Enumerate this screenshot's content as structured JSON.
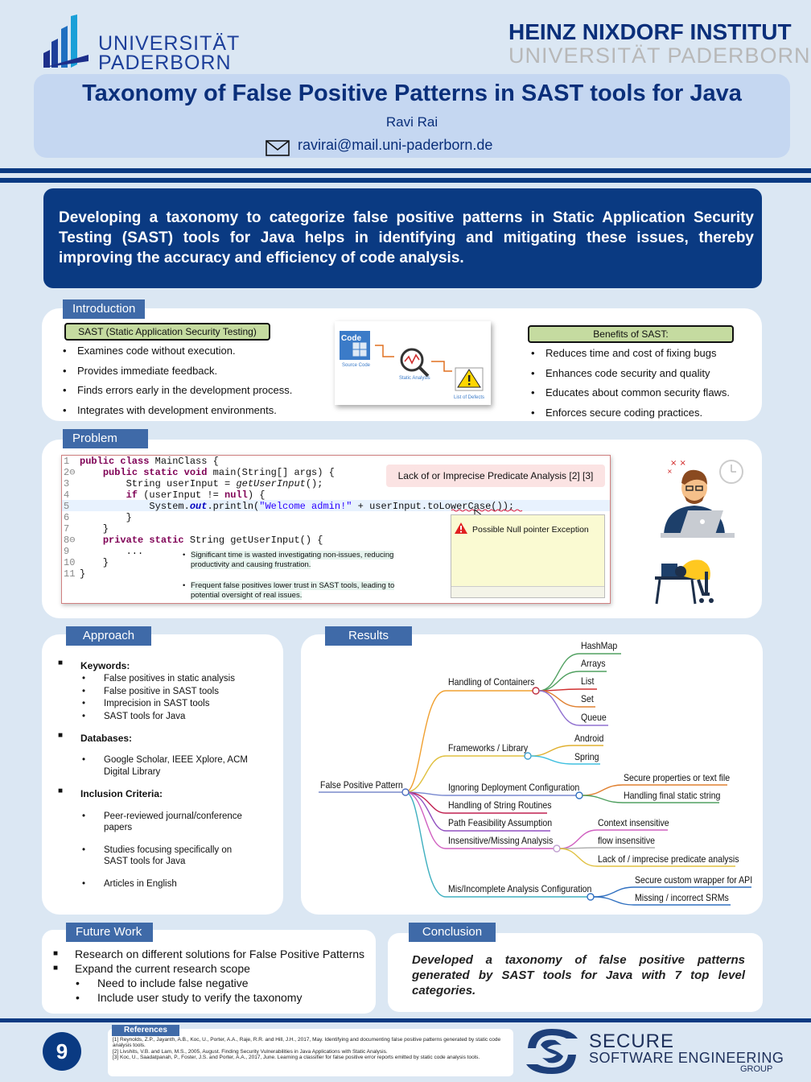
{
  "header": {
    "uni_logo_line1": "UNIVERSITÄT",
    "uni_logo_line2": "PADERBORN",
    "hni_line1": "HEINZ NIXDORF INSTITUT",
    "hni_line2": "UNIVERSITÄT PADERBORN",
    "title": "Taxonomy of False Positive Patterns in SAST tools for Java",
    "author": "Ravi Rai",
    "email": "ravirai@mail.uni-paderborn.de"
  },
  "summary": "Developing a taxonomy to categorize false positive patterns in Static Application Security Testing (SAST) tools for Java helps in identifying and mitigating these issues, thereby improving the accuracy and efficiency of code analysis.",
  "introduction": {
    "tab": "Introduction",
    "sast_box": "SAST (Static Application Security Testing)",
    "sast_items": [
      "Examines code without execution.",
      "Provides immediate feedback.",
      "Finds errors early in the development process.",
      "Integrates with development environments."
    ],
    "diagram": {
      "code_label": "Code",
      "source_code": "Source Code",
      "static_analysis": "Static Analysis",
      "list_of_defects": "List of Defects"
    },
    "benefits_box": "Benefits of SAST:",
    "benefits_items": [
      "Reduces time and cost of fixing bugs",
      "Enhances code security and quality",
      "Educates about common security flaws.",
      "Enforces secure coding practices."
    ]
  },
  "problem": {
    "tab": "Problem",
    "callout": "Lack of or Imprecise Predicate Analysis [2] [3]",
    "warning": "Possible Null pointer Exception",
    "notes": [
      "Significant time is wasted investigating non-issues, reducing productivity and causing frustration.",
      "Frequent false positives lower trust in SAST tools, leading to potential oversight of real issues."
    ]
  },
  "approach": {
    "tab": "Approach",
    "keywords_label": "Keywords:",
    "keywords": [
      "False positives in static analysis",
      "False positive in SAST tools",
      "Imprecision in SAST tools",
      "SAST tools for Java"
    ],
    "databases_label": "Databases:",
    "databases": [
      "Google Scholar, IEEE Xplore, ACM Digital Library"
    ],
    "criteria_label": "Inclusion Criteria:",
    "criteria": [
      "Peer-reviewed journal/conference papers",
      "Studies focusing specifically on SAST tools for Java",
      "Articles in English"
    ]
  },
  "results": {
    "tab": "Results",
    "root": "False Positive Pattern",
    "categories": [
      {
        "name": "Handling of Containers",
        "children": [
          "HashMap",
          "Arrays",
          "List",
          "Set",
          "Queue"
        ]
      },
      {
        "name": "Frameworks / Library",
        "children": [
          "Android",
          "Spring"
        ]
      },
      {
        "name": "Ignoring Deployment Configuration",
        "children": [
          "Secure properties or text file",
          "Handling final static string"
        ]
      },
      {
        "name": "Handling of String Routines",
        "children": []
      },
      {
        "name": "Path Feasibility Assumption",
        "children": []
      },
      {
        "name": "Insensitive/Missing Analysis",
        "children": [
          "Context insensitive",
          "flow insensitive",
          "Lack of / imprecise predicate analysis"
        ]
      },
      {
        "name": "Mis/Incomplete Analysis Configuration",
        "children": [
          "Secure custom wrapper for API",
          "Missing / incorrect SRMs"
        ]
      }
    ]
  },
  "future_work": {
    "tab": "Future Work",
    "items": [
      "Research on different solutions for False Positive Patterns",
      "Expand the current research scope"
    ],
    "sub_items": [
      "Need to include false negative",
      "Include user study to verify the taxonomy"
    ]
  },
  "conclusion": {
    "tab": "Conclusion",
    "text": "Developed a taxonomy of false positive patterns generated by SAST tools for Java with 7 top level categories."
  },
  "footer": {
    "page_number": "9",
    "references_tab": "References",
    "references": [
      "[1] Reynolds, Z.P., Jayanth, A.B., Koc, U., Porter, A.A., Raje, R.R. and Hill, J.H., 2017, May. Identifying and documenting false positive patterns generated by static code analysis tools.",
      "[2] Livshits, V.B. and Lam, M.S., 2005, August. Finding Security Vulnerabilities in Java Applications with Static Analysis.",
      "[3] Koc, U., Saadatpanah, P., Foster, J.S. and Porter, A.A., 2017, June. Learning a classifier for false positive error reports emitted by static code analysis tools."
    ],
    "sse_line1": "SECURE",
    "sse_line2": "SOFTWARE ENGINEERING",
    "sse_line3": "GROUP"
  },
  "colors": {
    "primary": "#0a3a82",
    "tab": "#3f6aa8",
    "title_bg": "#c5d7f1",
    "green_box": "#c5dba0"
  }
}
